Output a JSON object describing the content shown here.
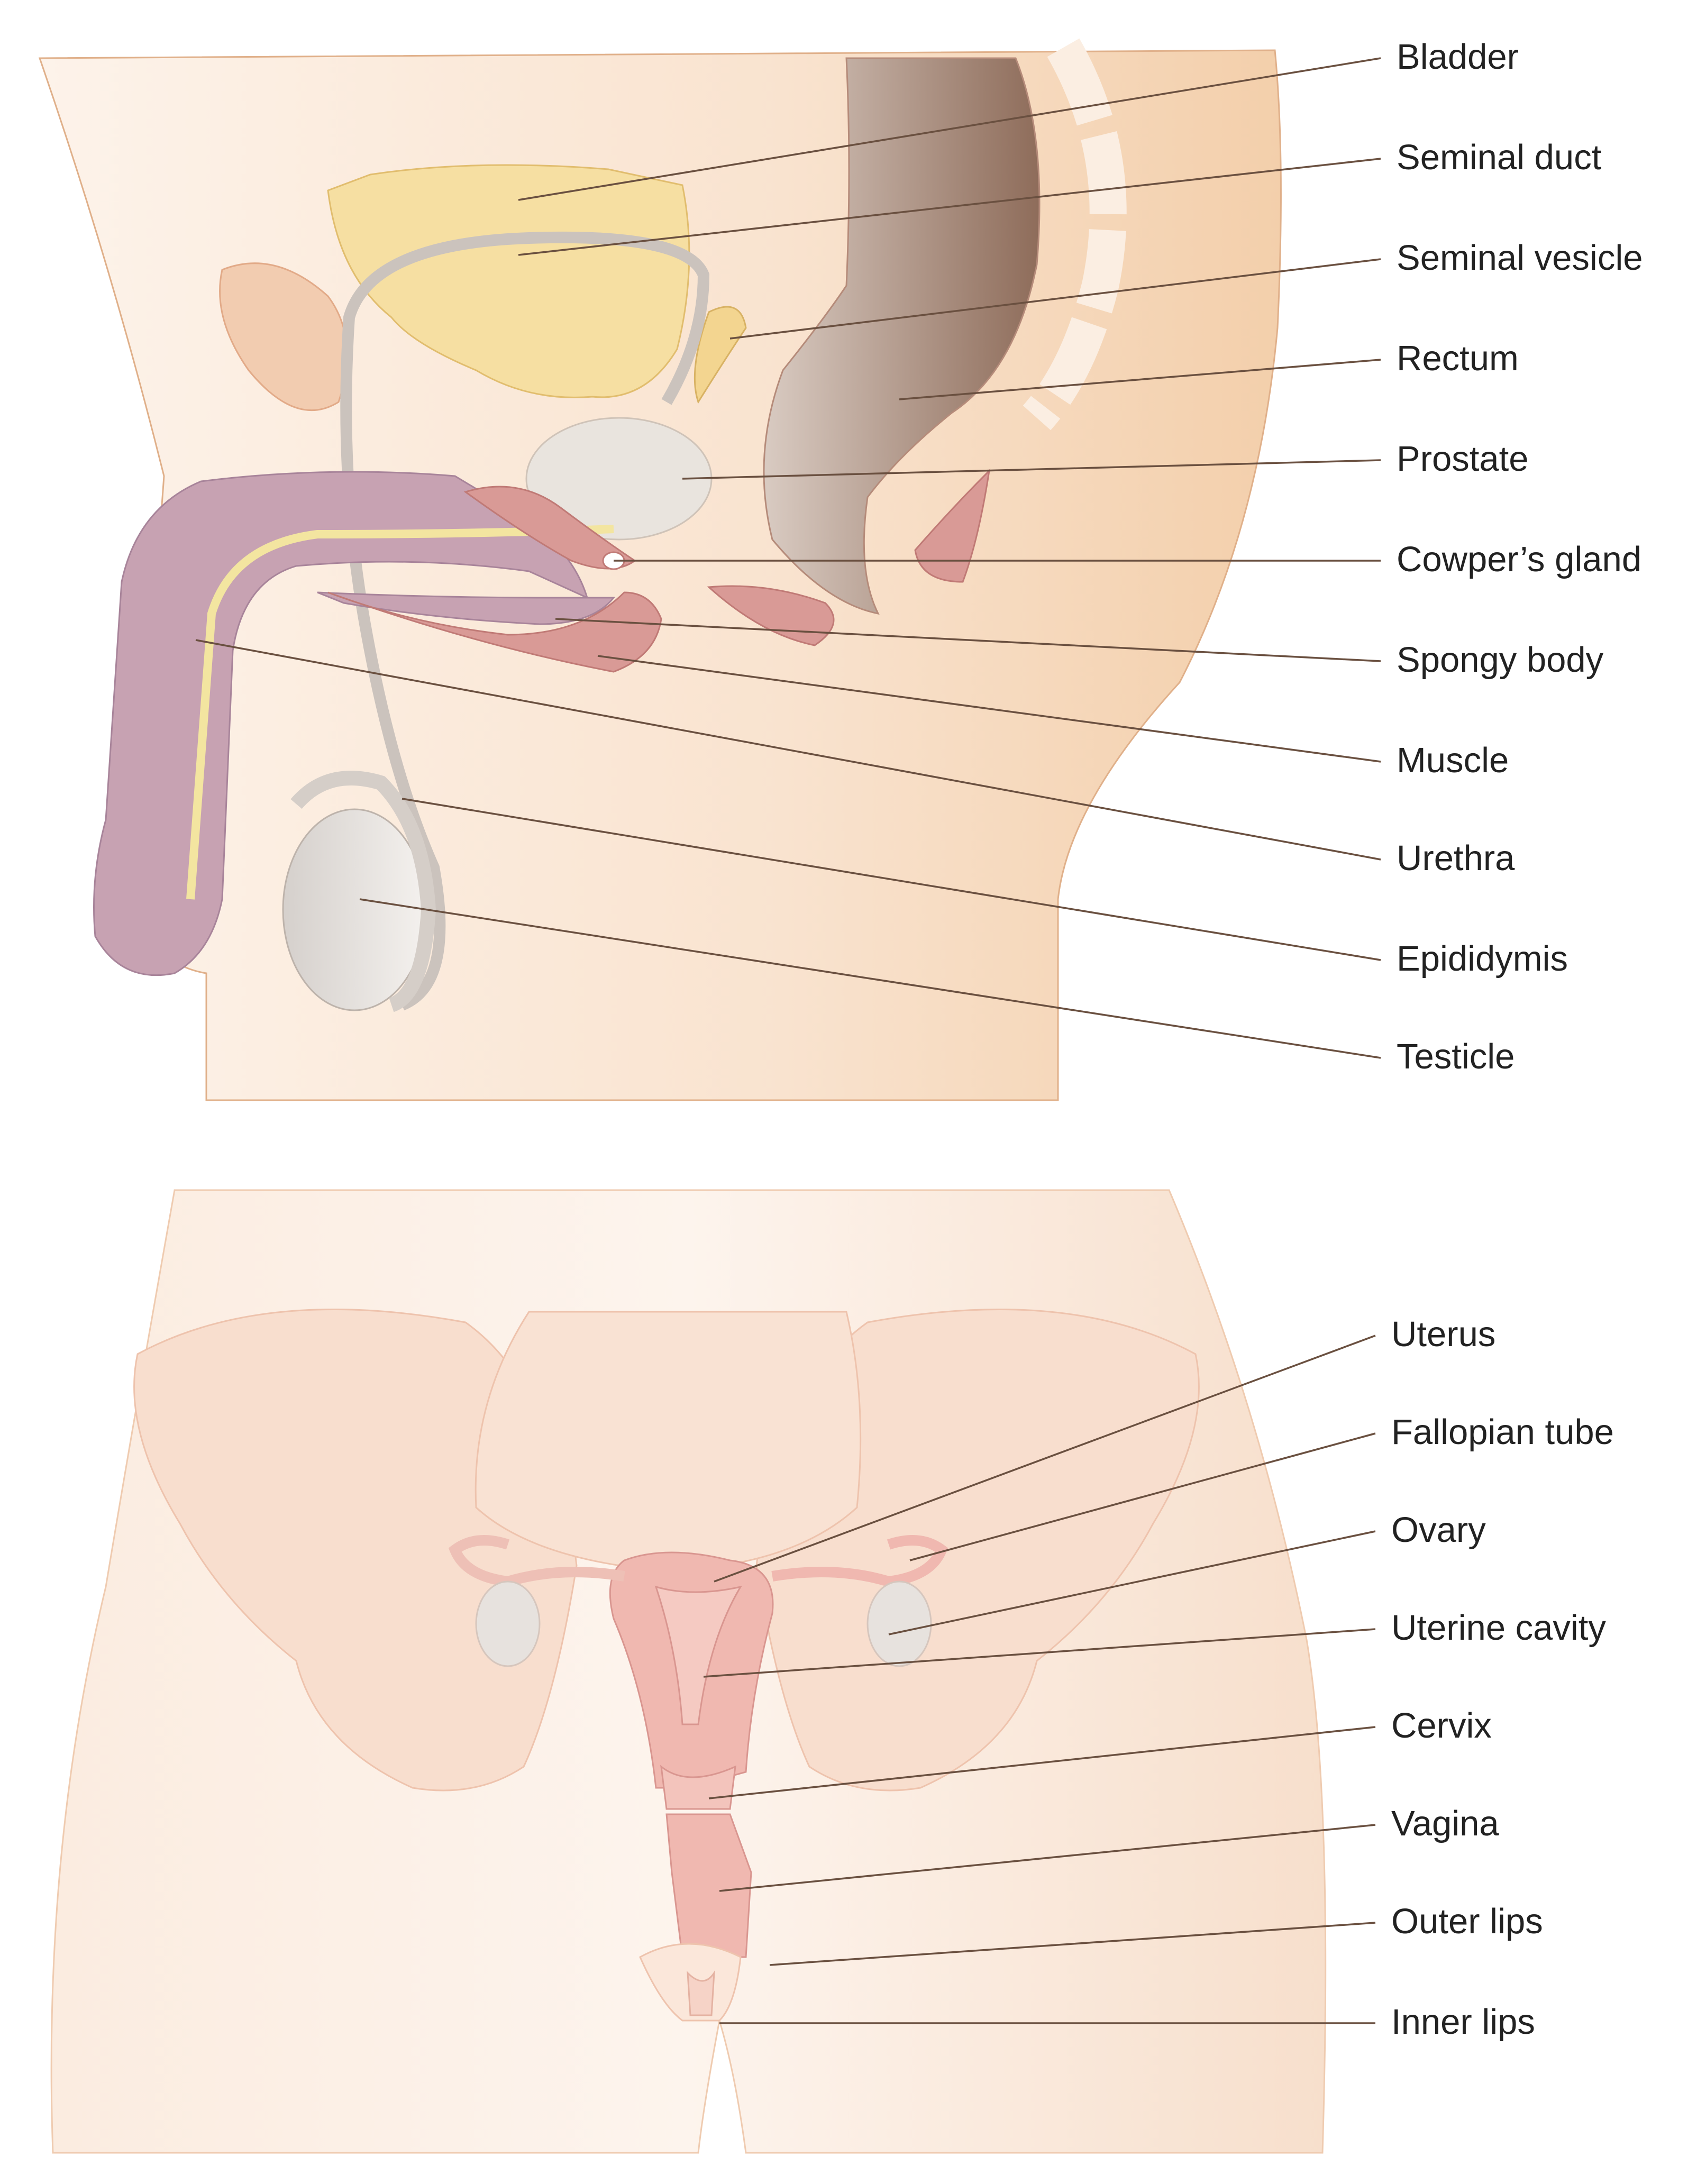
{
  "male_labels": [
    "Bladder",
    "Seminal duct",
    "Seminal vesicle",
    "Rectum",
    "Prostate",
    "Cowper’s gland",
    "Spongy body",
    "Muscle",
    "Urethra",
    "Epididymis",
    "Testicle"
  ],
  "female_labels": [
    "Uterus",
    "Fallopian tube",
    "Ovary",
    "Uterine cavity",
    "Cervix",
    "Vagina",
    "Outer lips",
    "Inner lips"
  ],
  "colors": {
    "skin": "#f7dcc4",
    "bladder": "#f6dfa2",
    "penis": "#c7a2b2",
    "muscle": "#d99a96",
    "rectum": "#9b7b6b",
    "testicle": "#e4e0dc",
    "uterus": "#f0b8b0",
    "leader": "#6a5040"
  }
}
